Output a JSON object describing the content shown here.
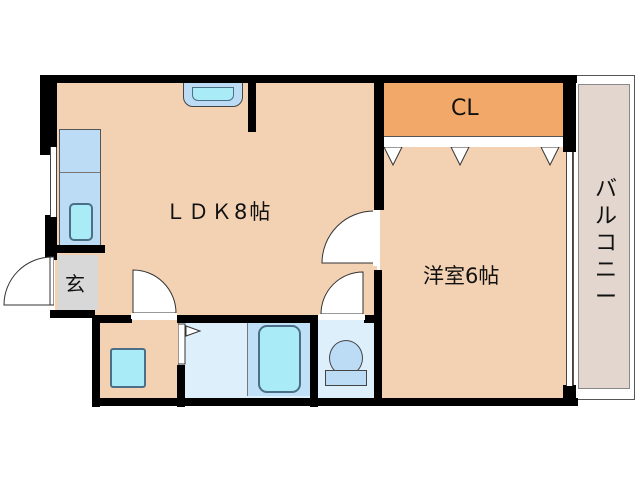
{
  "floorplan": {
    "rooms": {
      "ldk": {
        "label": "ＬＤＫ8帖",
        "color": "#f3d2b4"
      },
      "western": {
        "label": "洋室6帖",
        "color": "#f3d2b4"
      },
      "closet": {
        "label": "CL",
        "color": "#f2a868"
      },
      "balcony": {
        "label": "バルコニー",
        "color": "#e2d6ce"
      },
      "entrance": {
        "label": "玄",
        "color": "#d8d8d8"
      }
    },
    "colors": {
      "wall": "#000000",
      "wet_area": "#ddeffb",
      "fixture": "#a9ecf8"
    }
  }
}
